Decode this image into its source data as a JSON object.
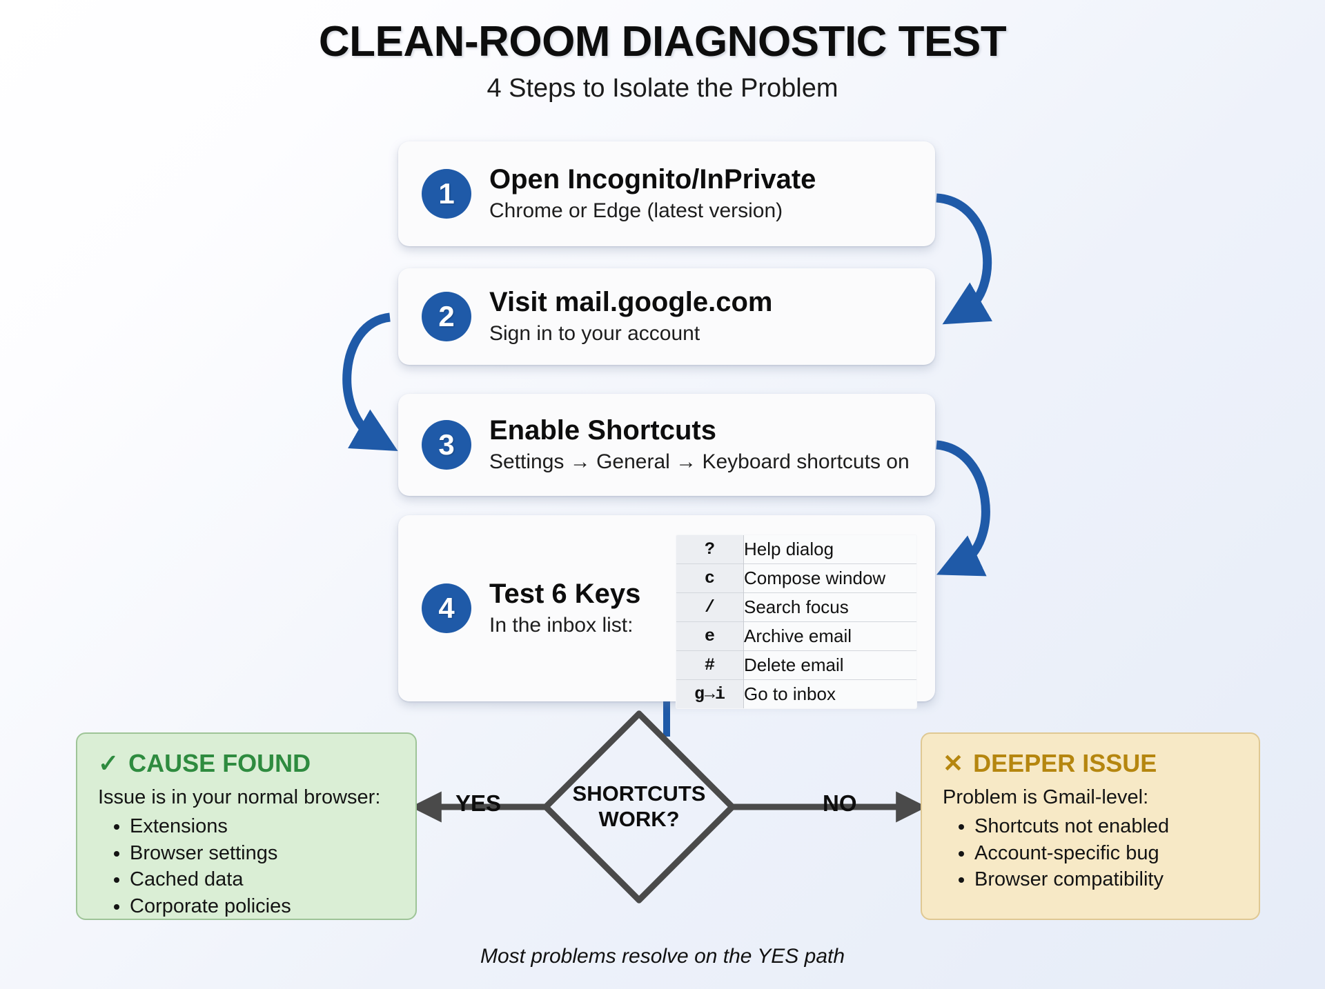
{
  "header": {
    "title": "CLEAN-ROOM DIAGNOSTIC TEST",
    "subtitle": "4 Steps to Isolate the Problem"
  },
  "steps": [
    {
      "number": "1",
      "title": "Open Incognito/InPrivate",
      "sub": "Chrome or Edge (latest version)"
    },
    {
      "number": "2",
      "title": "Visit mail.google.com",
      "sub": "Sign in to your account"
    },
    {
      "number": "3",
      "title": "Enable Shortcuts",
      "sub": "Settings → General → Keyboard shortcuts on"
    },
    {
      "number": "4",
      "title": "Test 6 Keys",
      "sub": "In the inbox list:"
    }
  ],
  "key_table": {
    "rows": [
      {
        "key": "?",
        "desc": "Help dialog"
      },
      {
        "key": "c",
        "desc": "Compose window"
      },
      {
        "key": "/",
        "desc": "Search focus"
      },
      {
        "key": "e",
        "desc": "Archive email"
      },
      {
        "key": "#",
        "desc": "Delete email"
      },
      {
        "key": "g→i",
        "desc": "Go to inbox"
      }
    ]
  },
  "decision": {
    "line1": "SHORTCUTS",
    "line2": "WORK?",
    "yes_label": "YES",
    "no_label": "NO"
  },
  "outcomes": {
    "good": {
      "mark": "✓",
      "heading": "CAUSE FOUND",
      "lead": "Issue is in your normal browser:",
      "items": [
        "Extensions",
        "Browser settings",
        "Cached data",
        "Corporate policies"
      ]
    },
    "bad": {
      "mark": "✕",
      "heading": "DEEPER ISSUE",
      "lead": "Problem is Gmail-level:",
      "items": [
        "Shortcuts not enabled",
        "Account-specific bug",
        "Browser compatibility"
      ]
    }
  },
  "footer": {
    "note": "Most problems resolve on the YES path"
  },
  "colors": {
    "accent_blue": "#1f5aa8",
    "flow_gray": "#4a4a4a",
    "good_green": "#2e8b3f",
    "bad_amber": "#b5860f"
  }
}
